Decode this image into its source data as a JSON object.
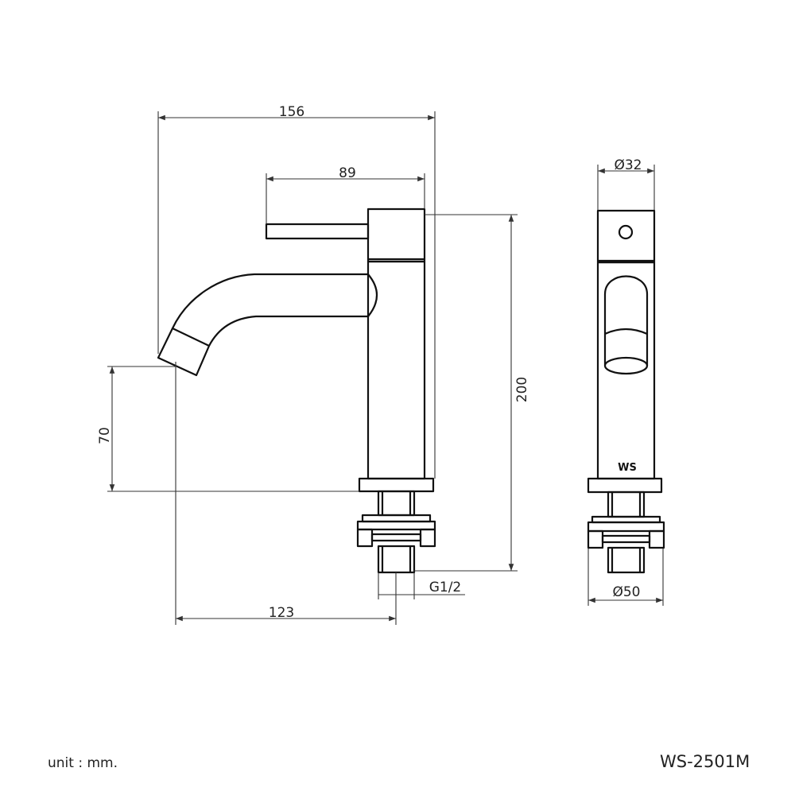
{
  "dimensions": {
    "overall_length": "156",
    "handle_length": "89",
    "height": "200",
    "spout_clearance": "70",
    "spout_reach": "123",
    "thread": "G1/2",
    "body_diameter": "Ø32",
    "base_diameter": "Ø50"
  },
  "logo": "WS",
  "footer": {
    "unit": "unit : mm.",
    "model": "WS-2501M"
  }
}
